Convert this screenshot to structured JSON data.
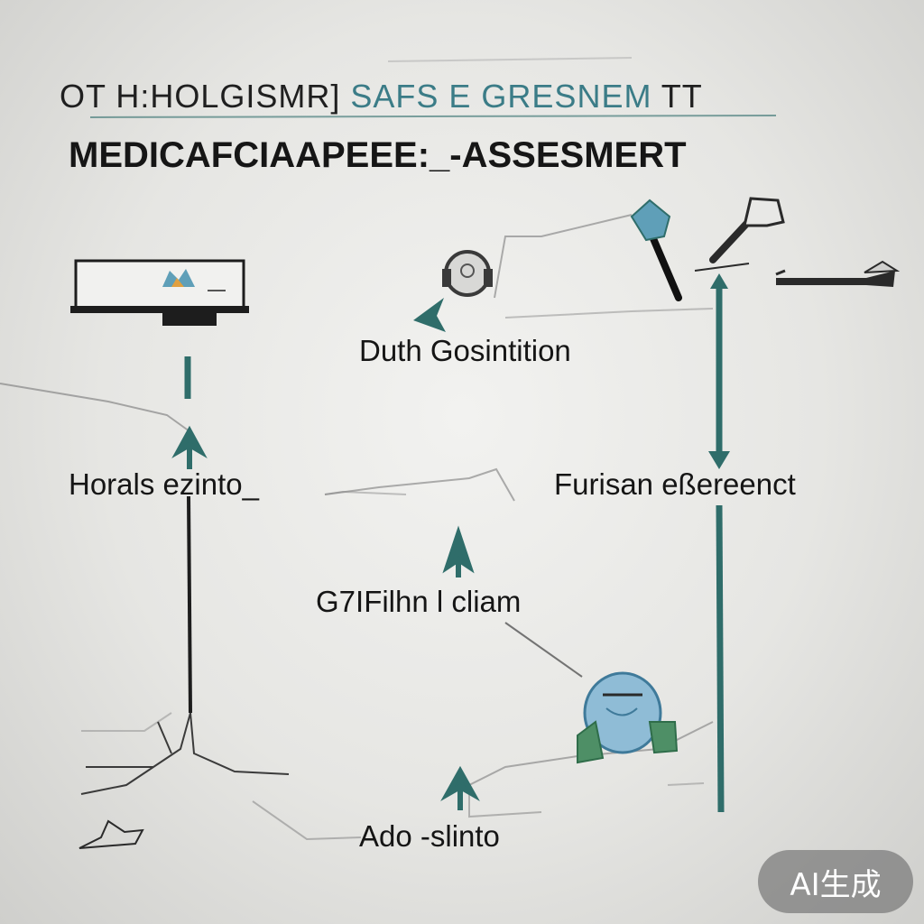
{
  "header": {
    "line1_part1": "OT H:HOLGISMR] ",
    "line1_part2": "SAFS  E  GRESNEM",
    "line1_part3": "  TT",
    "line2": "MEDICAFCIAAPEEE:_-ASSESMERT"
  },
  "nodes": {
    "top_center": "Duth Gosintition",
    "left": "Horals ezinto_",
    "right": "Furisan eßereenct",
    "center": "G7IFilhn l cliam",
    "bottom": "Ado -slinto"
  },
  "badge": {
    "label": "AI生成"
  },
  "colors": {
    "teal": "#2f6d6a",
    "ink": "#151515",
    "accent_blue": "#5f9fb8",
    "accent_green": "#4e8f66",
    "badge_bg": "#7a7a7a"
  },
  "icons": [
    "monitor-icon",
    "headset-icon",
    "syringe-icon",
    "medical-tool-icon",
    "scalpel-icon",
    "patient-figure-icon",
    "small-pen-icon"
  ]
}
